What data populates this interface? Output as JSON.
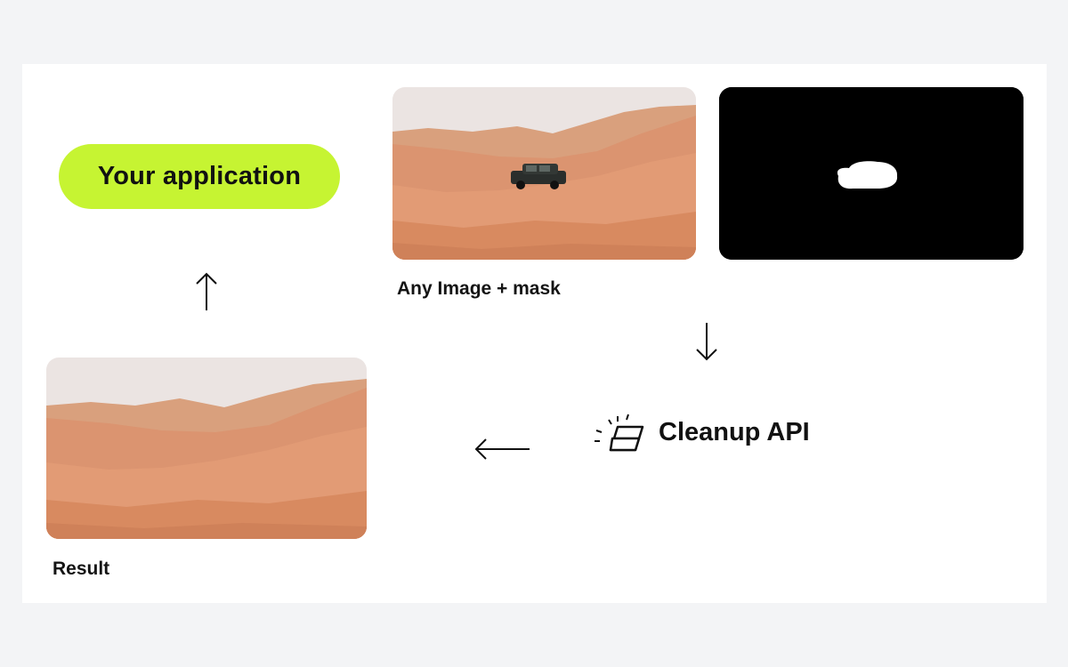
{
  "app_pill": {
    "label": "Your application"
  },
  "input": {
    "caption": "Any Image + mask"
  },
  "api": {
    "label": "Cleanup API",
    "icon": "eraser-icon"
  },
  "result": {
    "caption": "Result"
  },
  "colors": {
    "page_bg": "#f3f4f6",
    "card_bg": "#ffffff",
    "accent": "#c6f432",
    "sky": "#ebe4e2",
    "sand": "#d98c64",
    "mask_bg": "#000000",
    "mask_fg": "#ffffff"
  }
}
